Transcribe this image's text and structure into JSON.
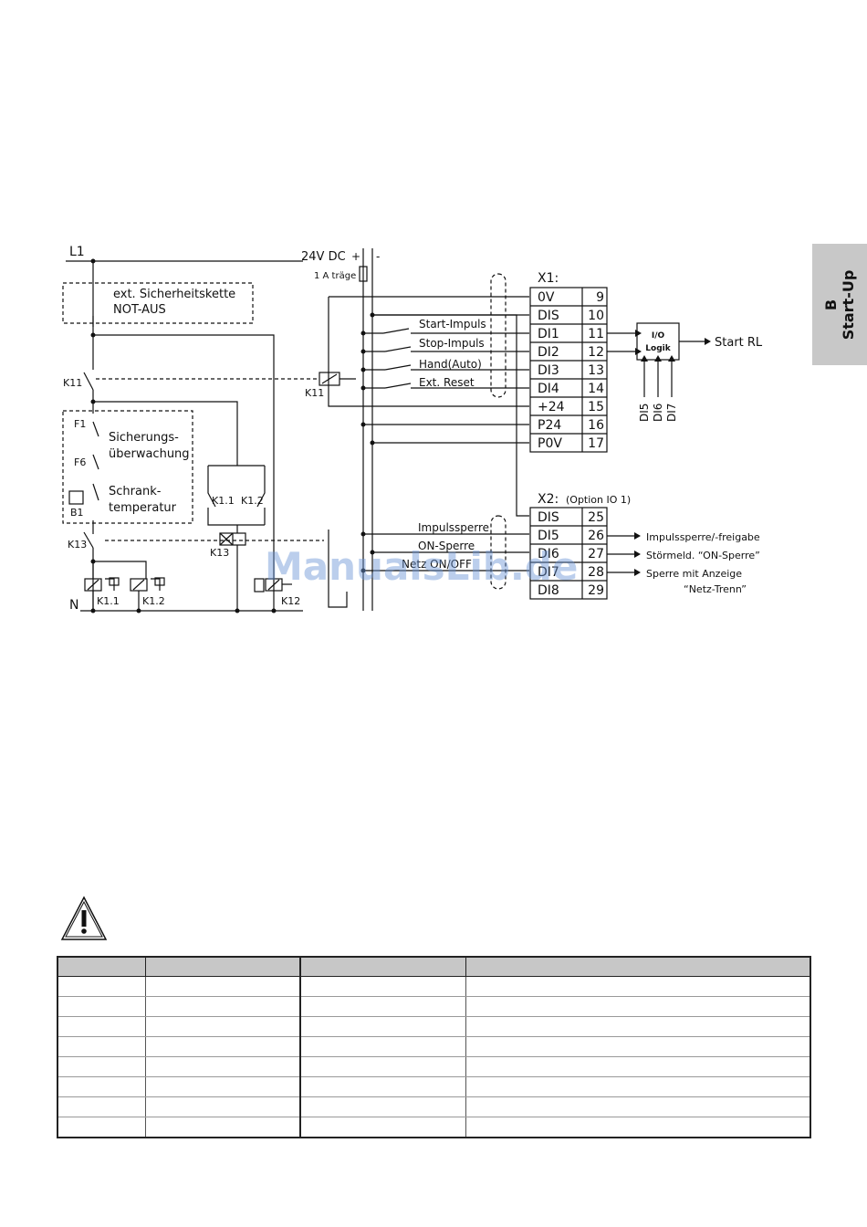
{
  "tab": {
    "letter": "B",
    "label": "Start-Up"
  },
  "supply": {
    "label": "24V DC",
    "plus": "+",
    "minus": "-",
    "fuse": "1 A träge"
  },
  "mains": {
    "l1": "L1",
    "n": "N"
  },
  "boxes": {
    "safety_line1": "ext. Sicherheitskette",
    "safety_line2": "NOT-AUS",
    "fuse_monitor_line1": "Sicherungs-",
    "fuse_monitor_line2": "überwachung",
    "cabinet_temp_line1": "Schrank-",
    "cabinet_temp_line2": "temperatur"
  },
  "components": {
    "k11_left": "K11",
    "k11_coil": "K11",
    "k13_left": "K13",
    "k13_coil": "K13",
    "k12": "K12",
    "f1": "F1",
    "f6": "F6",
    "b1": "B1",
    "k11_contact": "K1.1",
    "k12_contact": "K1.2",
    "k11_coil_lbl": "K1.1",
    "k12_coil_lbl": "K1.2"
  },
  "switches": {
    "start": "Start-Impuls",
    "stop": "Stop-Impuls",
    "hand": "Hand(Auto)",
    "reset": "Ext. Reset",
    "impulssperre": "Impulssperre",
    "on_sperre": "ON-Sperre",
    "netz": "Netz ON/OFF"
  },
  "x1": {
    "title": "X1:",
    "rows": [
      {
        "signal": "0V",
        "pin": "9"
      },
      {
        "signal": "DIS",
        "pin": "10"
      },
      {
        "signal": "DI1",
        "pin": "11"
      },
      {
        "signal": "DI2",
        "pin": "12"
      },
      {
        "signal": "DI3",
        "pin": "13"
      },
      {
        "signal": "DI4",
        "pin": "14"
      },
      {
        "signal": "+24",
        "pin": "15"
      },
      {
        "signal": "P24",
        "pin": "16"
      },
      {
        "signal": "P0V",
        "pin": "17"
      }
    ]
  },
  "x2": {
    "title": "X2:",
    "option": "(Option IO 1)",
    "rows": [
      {
        "signal": "DIS",
        "pin": "25"
      },
      {
        "signal": "DI5",
        "pin": "26"
      },
      {
        "signal": "DI6",
        "pin": "27"
      },
      {
        "signal": "DI7",
        "pin": "28"
      },
      {
        "signal": "DI8",
        "pin": "29"
      }
    ]
  },
  "logic": {
    "line1": "I/O",
    "line2": "Logik",
    "output": "Start RL",
    "inputs": [
      "DI5",
      "DI6",
      "DI7"
    ]
  },
  "outputs": {
    "di5": "Impulssperre/-freigabe",
    "di6": "Störmeld. “ON-Sperre”",
    "di7_line1": "Sperre mit Anzeige",
    "di7_line2": "“Netz-Trenn”"
  },
  "watermark": "ManualsLib.de",
  "warning_icon": "warning-triangle-icon"
}
